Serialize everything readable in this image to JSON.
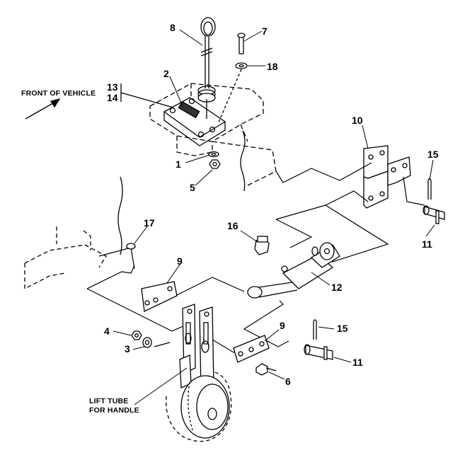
{
  "callouts": {
    "front_of_vehicle": "FRONT OF VEHICLE",
    "lift_tube_line1": "LIFT TUBE",
    "lift_tube_line2": "FOR HANDLE",
    "n1": "1",
    "n2": "2",
    "n3": "3",
    "n4": "4",
    "n5": "5",
    "n6": "6",
    "n7": "7",
    "n8": "8",
    "n9a": "9",
    "n9b": "9",
    "n10": "10",
    "n11a": "11",
    "n11b": "11",
    "n12": "12",
    "n13": "13",
    "n14": "14",
    "n15a": "15",
    "n15b": "15",
    "n16": "16",
    "n17": "17",
    "n18": "18"
  },
  "colors": {
    "ink": "#000000",
    "paper": "#ffffff",
    "shade": "#555555"
  }
}
